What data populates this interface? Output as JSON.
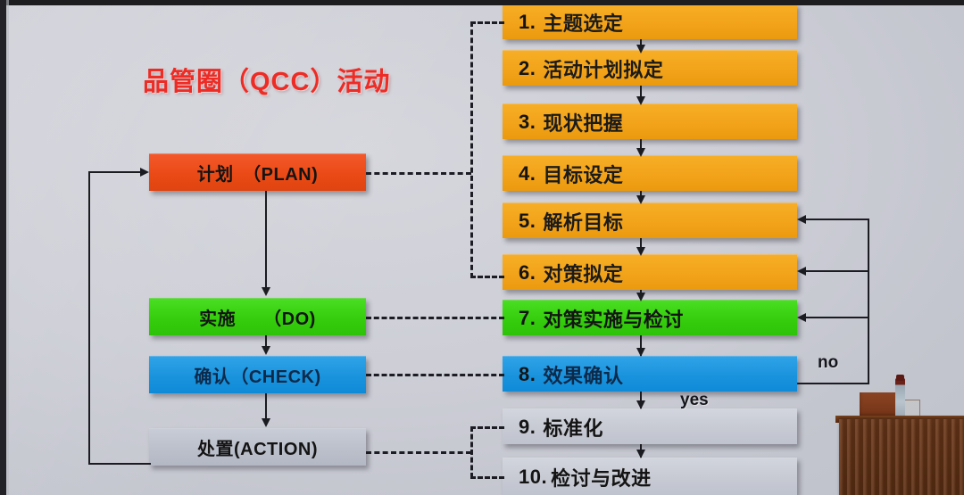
{
  "title": "品管圈（QCC）活动",
  "pdca": [
    {
      "id": "plan",
      "label": "计划　（PLAN)"
    },
    {
      "id": "do",
      "label": "实施　　（DO)"
    },
    {
      "id": "check",
      "label": "确认（CHECK)"
    },
    {
      "id": "action",
      "label": "处置(ACTION)"
    }
  ],
  "steps": [
    {
      "num": "1.",
      "label": "主题选定",
      "color": "orange"
    },
    {
      "num": "2.",
      "label": "活动计划拟定",
      "color": "orange"
    },
    {
      "num": "3.",
      "label": "现状把握",
      "color": "orange"
    },
    {
      "num": "4.",
      "label": "目标设定",
      "color": "orange"
    },
    {
      "num": "5.",
      "label": "解析目标",
      "color": "orange"
    },
    {
      "num": "6.",
      "label": "对策拟定",
      "color": "orange"
    },
    {
      "num": "7.",
      "label": "对策实施与检讨",
      "color": "green"
    },
    {
      "num": "8.",
      "label": "效果确认",
      "color": "blue"
    },
    {
      "num": "9.",
      "label": "标准化",
      "color": "grey"
    },
    {
      "num": "10.",
      "label": "检讨与改进",
      "color": "grey"
    }
  ],
  "branch_labels": {
    "no": "no",
    "yes": "yes"
  },
  "colors": {
    "title_red": "#ee2b24",
    "plan_orange_red": "#ea4a16",
    "do_green": "#35cd0d",
    "check_blue": "#1a93dd",
    "action_grey": "#bcc0cb",
    "step_orange": "#f2a31a",
    "line_dark": "#1b1b22",
    "screen_bg": "#cdced6"
  }
}
